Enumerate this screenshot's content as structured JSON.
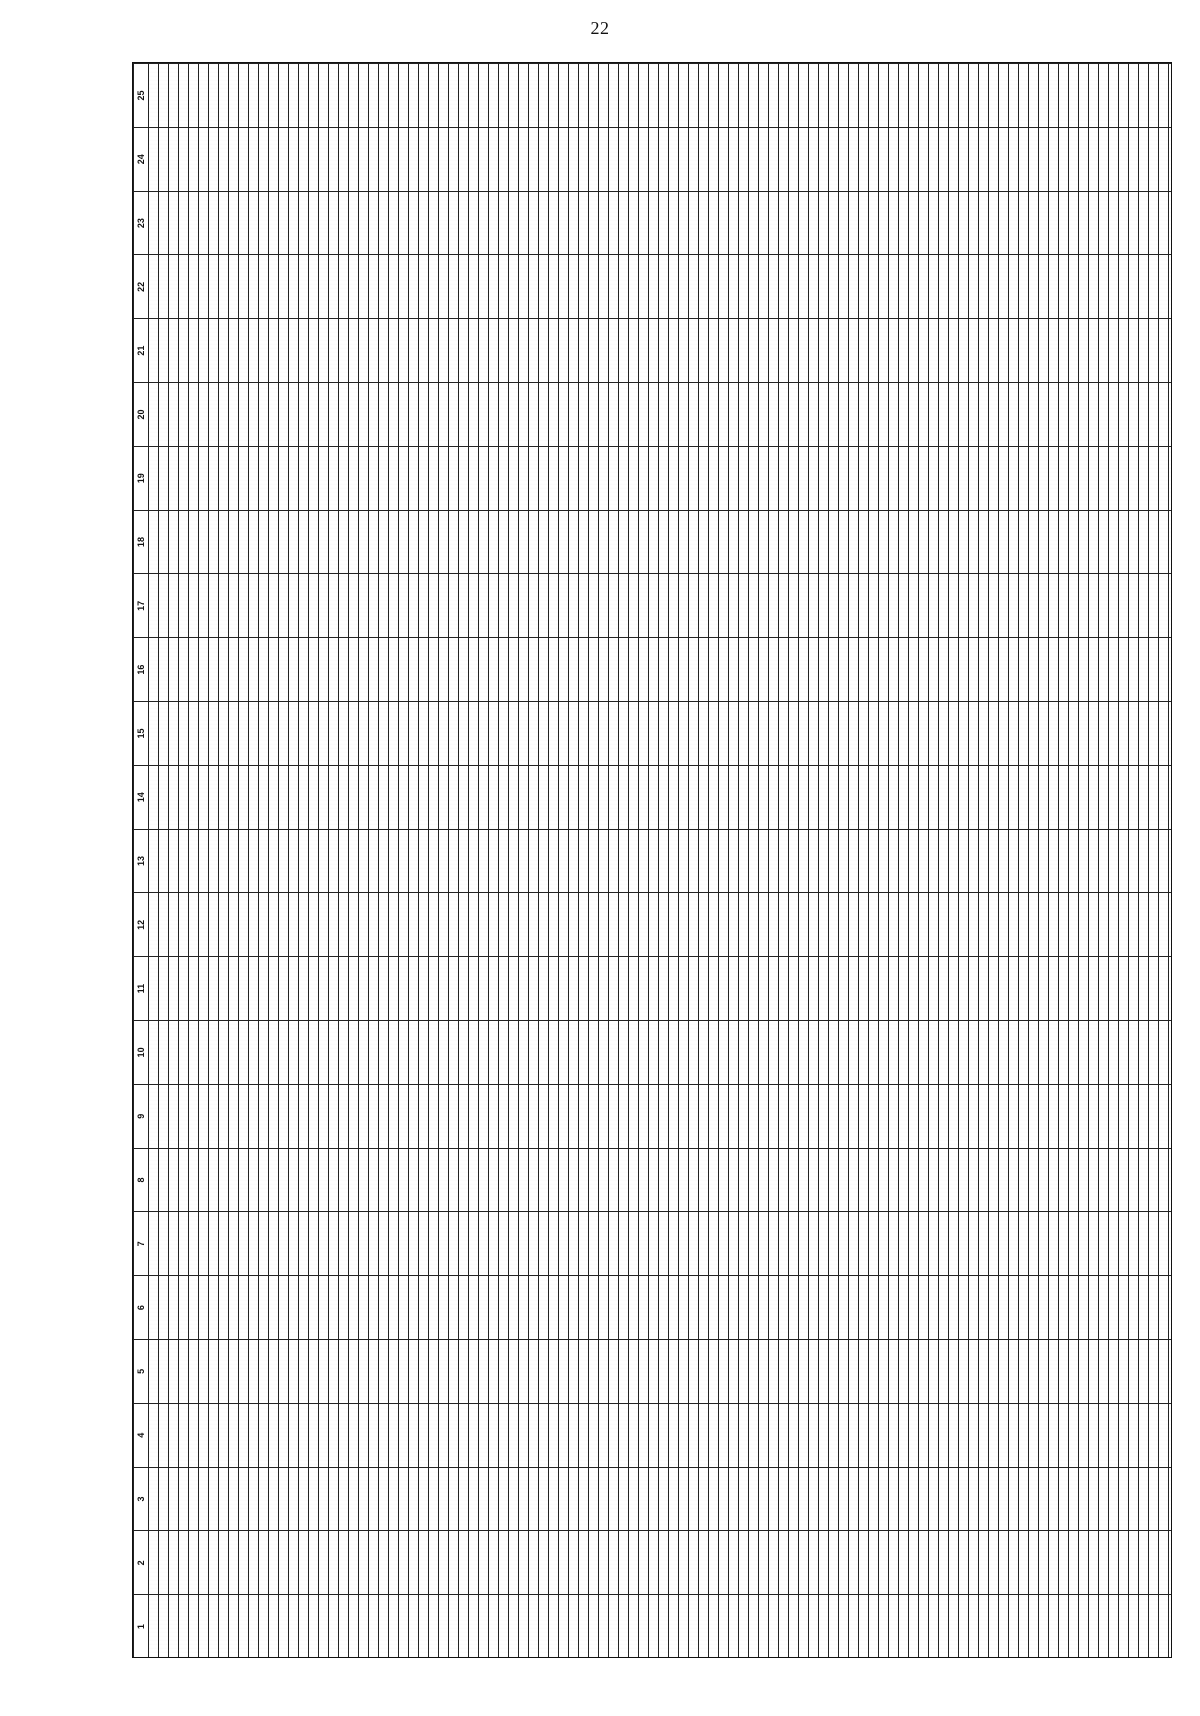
{
  "page": {
    "number": "22"
  },
  "table": {
    "columns": [
      "1",
      "2",
      "3",
      "4",
      "5",
      "6",
      "7",
      "8",
      "9",
      "10",
      "11",
      "12",
      "13",
      "14",
      "15",
      "16",
      "17",
      "18",
      "19",
      "20",
      "21",
      "22",
      "23",
      "24",
      "25"
    ],
    "rows": []
  }
}
